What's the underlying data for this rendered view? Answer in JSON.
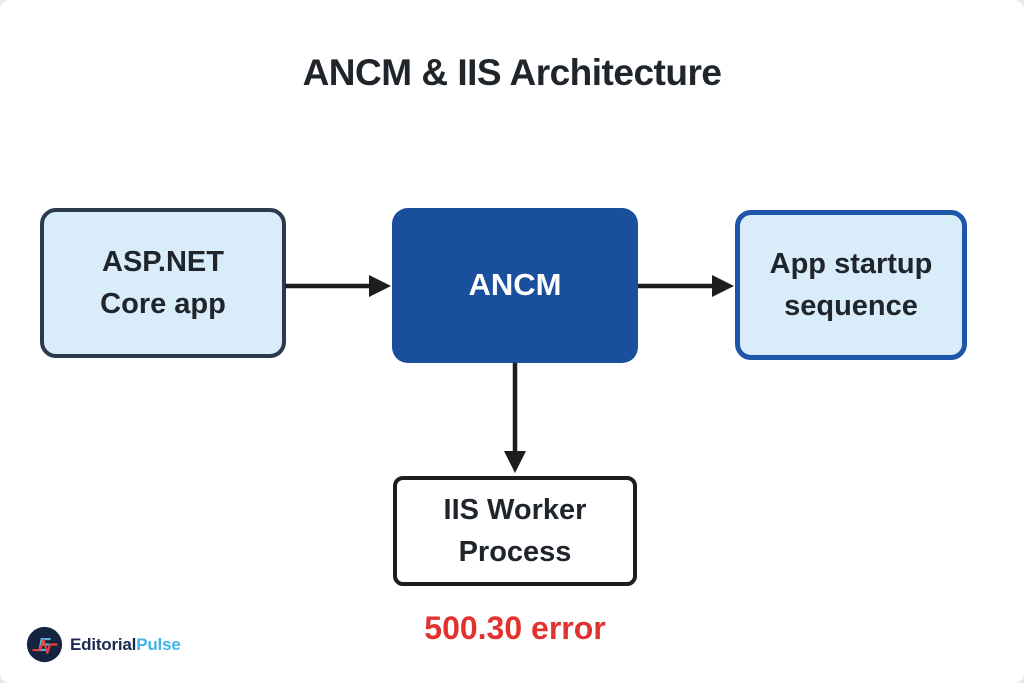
{
  "title": "ANCM & IIS Architecture",
  "diagram": {
    "nodes": {
      "asp_net_core_app": {
        "lines": [
          "ASP.NET",
          "Core app"
        ]
      },
      "ancm": {
        "label": "ANCM"
      },
      "app_startup_sequence": {
        "lines": [
          "App startup",
          "sequence"
        ]
      },
      "iis_worker_process": {
        "lines": [
          "IIS Worker",
          "Process"
        ]
      }
    },
    "error_label": "500.30 error",
    "arrows": [
      {
        "from": "asp_net_core_app",
        "to": "ancm",
        "direction": "right"
      },
      {
        "from": "ancm",
        "to": "app_startup_sequence",
        "direction": "right"
      },
      {
        "from": "ancm",
        "to": "iis_worker_process",
        "direction": "down"
      }
    ],
    "colors": {
      "light_box_fill": "#d9ecfa",
      "dark_box_fill": "#1a4f9d",
      "left_box_border": "#2b3a4d",
      "right_box_border": "#1d55a8",
      "iis_box_border": "#1d1d1b",
      "error_text": "#e23230",
      "arrow": "#1d1d1b",
      "title_text": "#20252b"
    }
  },
  "logo": {
    "icon_letter": "E",
    "brand_primary": "Editorial",
    "brand_secondary": "Pulse"
  }
}
